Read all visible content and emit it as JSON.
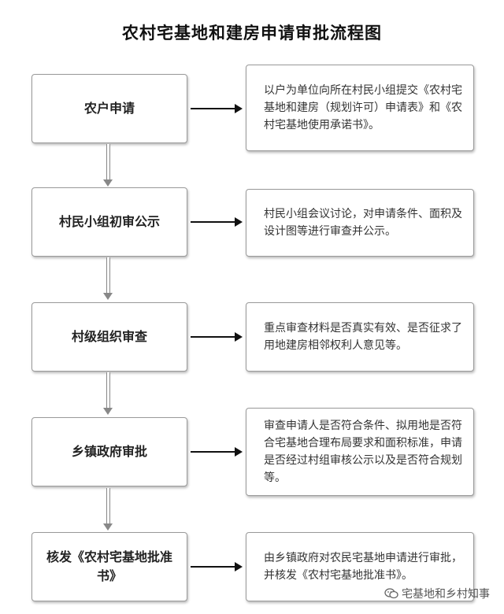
{
  "title": "农村宅基地和建房申请审批流程图",
  "steps": [
    {
      "label": "农户申请",
      "desc": "以户为单位向所在村民小组提交《农村宅基地和建房（规划许可）申请表》和《农村宅基地使用承诺书》。"
    },
    {
      "label": "村民小组初审公示",
      "desc": "村民小组会议讨论，对申请条件、面积及设计图等进行审查并公示。"
    },
    {
      "label": "村级组织审查",
      "desc": "重点审查材料是否真实有效、是否征求了用地建房相邻权利人意见等。"
    },
    {
      "label": "乡镇政府审批",
      "desc": "审查申请人是否符合条件、拟用地是否符合宅基地合理布局要求和面积标准，申请是否经过村组审核公示以及是否符合规划等。"
    },
    {
      "label": "核发《农村宅基地批准书》",
      "desc": "由乡镇政府对农民宅基地申请进行审批，并核发《农村宅基地批准书》。"
    }
  ],
  "watermark": {
    "text": "宅基地和乡村知事",
    "icon": "wechat-icon"
  }
}
